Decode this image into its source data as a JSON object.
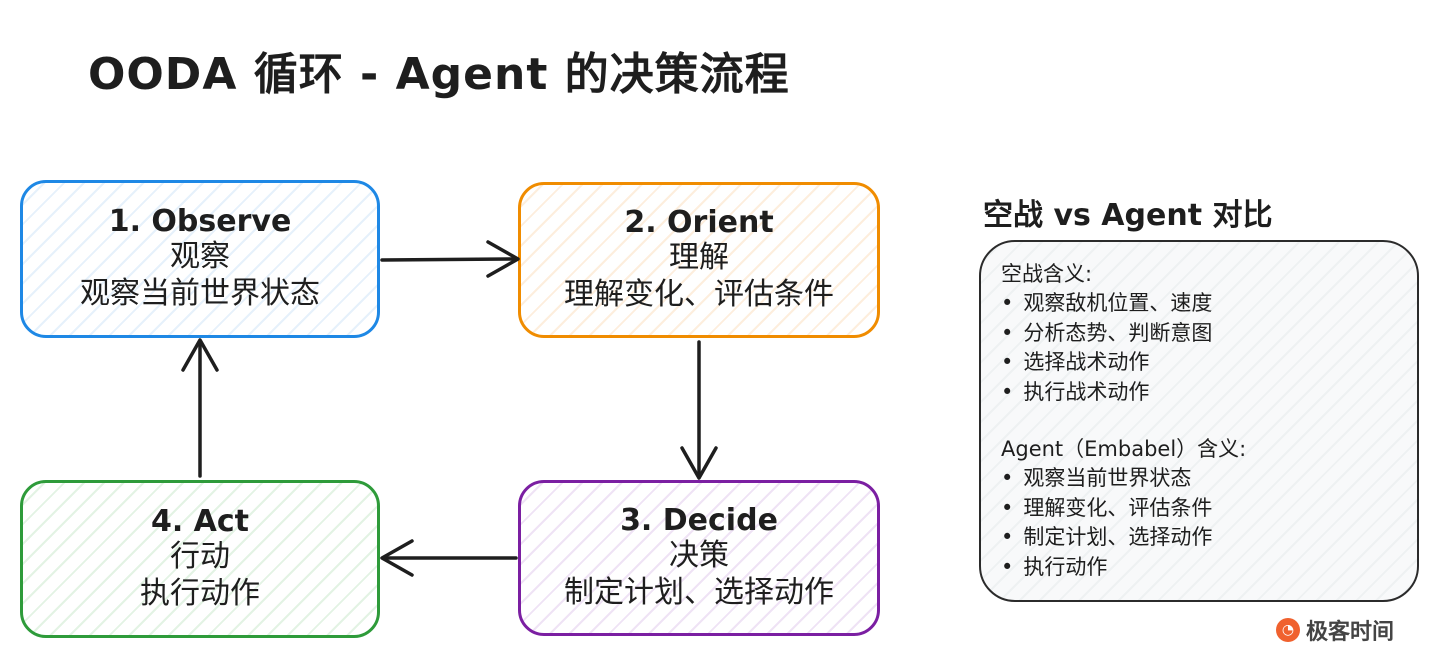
{
  "title": "OODA 循环 - Agent 的决策流程",
  "nodes": {
    "observe": {
      "heading": "1. Observe",
      "sub": "观察",
      "desc": "观察当前世界状态",
      "color": "#1e88e5"
    },
    "orient": {
      "heading": "2. Orient",
      "sub": "理解",
      "desc": "理解变化、评估条件",
      "color": "#f08c00"
    },
    "decide": {
      "heading": "3. Decide",
      "sub": "决策",
      "desc": "制定计划、选择动作",
      "color": "#7b1fa2"
    },
    "act": {
      "heading": "4. Act",
      "sub": "行动",
      "desc": "执行动作",
      "color": "#2e9b3a"
    }
  },
  "comparison": {
    "title": "空战 vs Agent 对比",
    "air": {
      "heading": "空战含义:",
      "items": [
        "观察敌机位置、速度",
        "分析态势、判断意图",
        "选择战术动作",
        "执行战术动作"
      ]
    },
    "agent": {
      "heading": "Agent（Embabel）含义:",
      "items": [
        "观察当前世界状态",
        "理解变化、评估条件",
        "制定计划、选择动作",
        "执行动作"
      ]
    }
  },
  "brand": {
    "name": "极客时间",
    "logo_icon": "geektime-logo-icon"
  }
}
